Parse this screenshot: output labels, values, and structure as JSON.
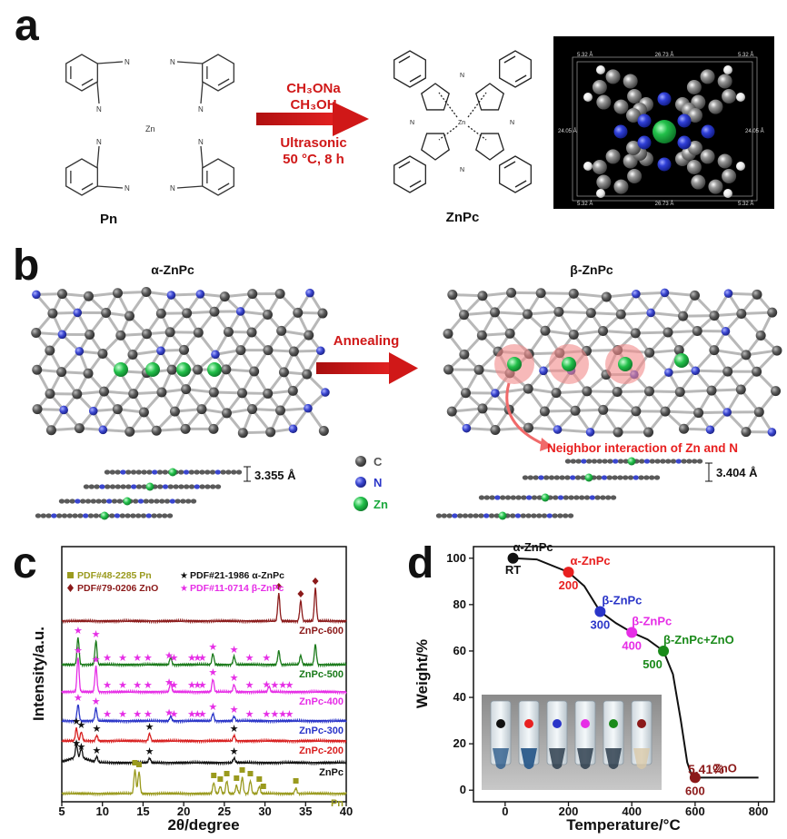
{
  "panel_a": {
    "letter": "a",
    "pn_label": "Pn",
    "zn_small": "Zn",
    "n_label": "N",
    "reagent_1": "CH₃ONa",
    "reagent_2": "CH₃OH",
    "condition_1": "Ultrasonic",
    "condition_2": "50 °C, 8 h",
    "znpc_label": "ZnPc",
    "cell_top": "26.73 Å",
    "cell_corner": "5.32 Å",
    "cell_side": "24.05 Å"
  },
  "panel_b": {
    "letter": "b",
    "alpha_title": "α-ZnPc",
    "beta_title": "β-ZnPc",
    "arrow_label": "Annealing",
    "alpha_spacing": "3.355 Å",
    "beta_spacing": "3.404 Å",
    "legend": [
      {
        "label": "C",
        "color": "#5a5a5a",
        "text_color": "#555555"
      },
      {
        "label": "N",
        "color": "#3a46d0",
        "text_color": "#2a35c8"
      },
      {
        "label": "Zn",
        "color": "#22c04a",
        "text_color": "#1aa83c"
      }
    ],
    "interaction_label": "Neighbor interaction of Zn and N"
  },
  "panel_c": {
    "letter": "c",
    "legend": [
      {
        "marker": "square",
        "color": "#9a9a1e",
        "label": "PDF#48-2285 Pn"
      },
      {
        "marker": "star",
        "color": "#111111",
        "label": "PDF#21-1986 α-ZnPc"
      },
      {
        "marker": "diamond",
        "color": "#8b1a1a",
        "label": "PDF#79-0206 ZnO"
      },
      {
        "marker": "star",
        "color": "#e62ee6",
        "label": "PDF#11-0714 β-ZnPc"
      }
    ],
    "chart_data": {
      "type": "line",
      "xlabel": "2θ/degree",
      "ylabel": "Intensity/a.u.",
      "xlim": [
        5,
        40
      ],
      "xticks": [
        5,
        10,
        15,
        20,
        25,
        30,
        35,
        40
      ],
      "series": [
        {
          "name": "ZnPc-600",
          "color": "#8b1a1a",
          "peaks": [
            [
              31.7,
              30
            ],
            [
              34.4,
              22
            ],
            [
              36.2,
              36
            ]
          ],
          "marker": "diamond",
          "marker_color": "#8b1a1a",
          "marks": [
            31.7,
            34.4,
            36.2
          ]
        },
        {
          "name": "ZnPc-500",
          "color": "#1a7a1a",
          "peaks": [
            [
              7.0,
              30
            ],
            [
              9.2,
              26
            ],
            [
              18.4,
              8
            ],
            [
              23.6,
              12
            ],
            [
              26.2,
              9
            ],
            [
              31.7,
              15
            ],
            [
              34.4,
              10
            ],
            [
              36.2,
              22
            ]
          ],
          "marker": "star",
          "marker_color": "#e62ee6",
          "marks": [
            7.0,
            9.2,
            10.6,
            12.5,
            14.3,
            15.6,
            18.2,
            18.8,
            21.0,
            21.7,
            22.3,
            23.6,
            26.2,
            28.1,
            30.2
          ]
        },
        {
          "name": "ZnPc-400",
          "color": "#e62ee6",
          "peaks": [
            [
              7.0,
              38
            ],
            [
              9.2,
              28
            ],
            [
              18.4,
              10
            ],
            [
              23.6,
              14
            ],
            [
              26.2,
              8
            ],
            [
              30.5,
              6
            ]
          ],
          "marker": "star",
          "marker_color": "#e62ee6",
          "marks": [
            7.0,
            9.2,
            10.6,
            12.5,
            14.3,
            15.6,
            18.2,
            18.8,
            21.0,
            21.7,
            22.3,
            23.6,
            26.2,
            28.1,
            30.2,
            31.2,
            32.2,
            33.0
          ]
        },
        {
          "name": "ZnPc-300",
          "color": "#2a35c8",
          "peaks": [
            [
              7.0,
              18
            ],
            [
              9.2,
              14
            ],
            [
              18.4,
              5
            ],
            [
              23.6,
              8
            ],
            [
              26.2,
              5
            ]
          ],
          "marker": "star",
          "marker_color": "#e62ee6",
          "marks": [
            7.0,
            9.2,
            10.6,
            12.5,
            14.3,
            15.6,
            18.2,
            18.8,
            21.0,
            21.7,
            22.3,
            23.6,
            26.2,
            28.1,
            30.2,
            31.2,
            32.2,
            33.0
          ]
        },
        {
          "name": "ZnPc-200",
          "color": "#d82020",
          "peaks": [
            [
              6.8,
              14
            ],
            [
              7.4,
              10
            ],
            [
              9.3,
              6
            ],
            [
              15.8,
              8
            ],
            [
              26.2,
              6
            ]
          ],
          "marker": "star",
          "marker_color": "#111111",
          "marks": [
            6.8,
            7.4,
            9.3,
            15.8,
            26.2
          ]
        },
        {
          "name": "ZnPc",
          "color": "#111111",
          "peaks": [
            [
              6.8,
              14
            ],
            [
              7.4,
              10
            ],
            [
              9.3,
              6
            ],
            [
              15.8,
              5
            ],
            [
              26.2,
              5
            ]
          ],
          "marker": "star",
          "marker_color": "#111111",
          "marks": [
            6.8,
            7.4,
            9.3,
            15.8,
            26.2
          ]
        },
        {
          "name": "Pn",
          "color": "#9a9a1e",
          "peaks": [
            [
              14.0,
              26
            ],
            [
              14.5,
              24
            ],
            [
              23.7,
              12
            ],
            [
              24.5,
              8
            ],
            [
              25.3,
              14
            ],
            [
              26.5,
              9
            ],
            [
              27.2,
              18
            ],
            [
              28.2,
              14
            ],
            [
              29.3,
              8
            ],
            [
              33.8,
              6
            ]
          ],
          "marker": "square",
          "marker_color": "#9a9a1e",
          "marks": [
            14.0,
            14.5,
            23.7,
            24.5,
            25.3,
            26.5,
            27.2,
            28.2,
            29.3,
            29.8,
            33.8
          ]
        }
      ]
    }
  },
  "panel_d": {
    "letter": "d",
    "chart_data": {
      "type": "line",
      "xlabel": "Temperature/°C",
      "ylabel": "Weight/%",
      "xlim": [
        -100,
        850
      ],
      "ylim": [
        -5,
        105
      ],
      "xticks": [
        0,
        200,
        400,
        600,
        800
      ],
      "yticks": [
        0,
        20,
        40,
        60,
        80,
        100
      ],
      "curve": [
        [
          25,
          100
        ],
        [
          100,
          99.5
        ],
        [
          200,
          94
        ],
        [
          250,
          88
        ],
        [
          300,
          77
        ],
        [
          350,
          72
        ],
        [
          400,
          68
        ],
        [
          450,
          65
        ],
        [
          500,
          60
        ],
        [
          530,
          50
        ],
        [
          555,
          30
        ],
        [
          575,
          12
        ],
        [
          590,
          6
        ],
        [
          600,
          5.41
        ],
        [
          700,
          5.41
        ],
        [
          800,
          5.41
        ]
      ],
      "points": [
        {
          "x": 25,
          "y": 100,
          "color": "#111111",
          "tag": "α-ZnPc",
          "sub": "RT",
          "sub_color": "#111111"
        },
        {
          "x": 200,
          "y": 94,
          "color": "#e82020",
          "tag": "α-ZnPc",
          "sub": "200",
          "sub_color": "#e82020"
        },
        {
          "x": 300,
          "y": 77,
          "color": "#2a35c8",
          "tag": "β-ZnPc",
          "sub": "300",
          "sub_color": "#2a35c8"
        },
        {
          "x": 400,
          "y": 68,
          "color": "#e62ee6",
          "tag": "β-ZnPc",
          "sub": "400",
          "sub_color": "#e62ee6"
        },
        {
          "x": 500,
          "y": 60,
          "color": "#1a8a1a",
          "tag": "β-ZnPc+ZnO",
          "sub": "500",
          "sub_color": "#1a8a1a"
        },
        {
          "x": 600,
          "y": 5.41,
          "color": "#8b1a1a",
          "tag": "ZnO",
          "sub": "600",
          "sub_color": "#8b1a1a"
        }
      ],
      "residue_label": "5.41%",
      "vial_dots": [
        "#111111",
        "#e82020",
        "#2a35c8",
        "#e62ee6",
        "#1a8a1a",
        "#8b1a1a"
      ]
    }
  }
}
